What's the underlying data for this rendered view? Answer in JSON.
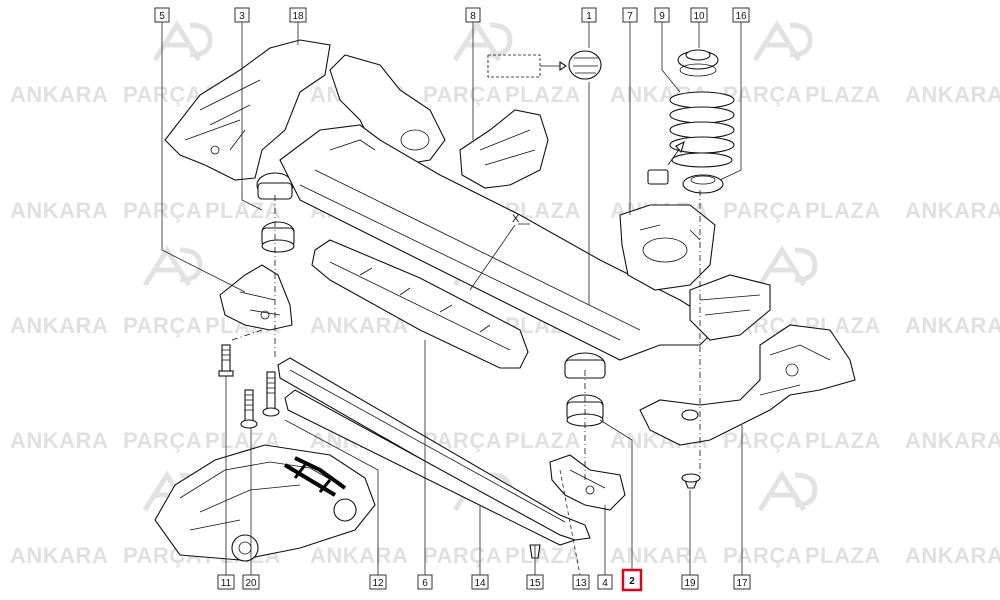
{
  "watermark": {
    "word_a": "ANKARA",
    "word_b": "PARÇA",
    "word_c": "PLAZA"
  },
  "diagram": {
    "x_marker": "X",
    "callouts_top": [
      "5",
      "3",
      "18",
      "8",
      "1",
      "7",
      "9",
      "10",
      "16"
    ],
    "callouts_bottom": [
      "11",
      "20",
      "12",
      "6",
      "14",
      "15",
      "13",
      "4",
      "2",
      "19",
      "17"
    ],
    "highlighted": "2"
  },
  "colors": {
    "highlight": "#e0001b",
    "line": "#111111",
    "watermark": "#c8c8c8"
  }
}
